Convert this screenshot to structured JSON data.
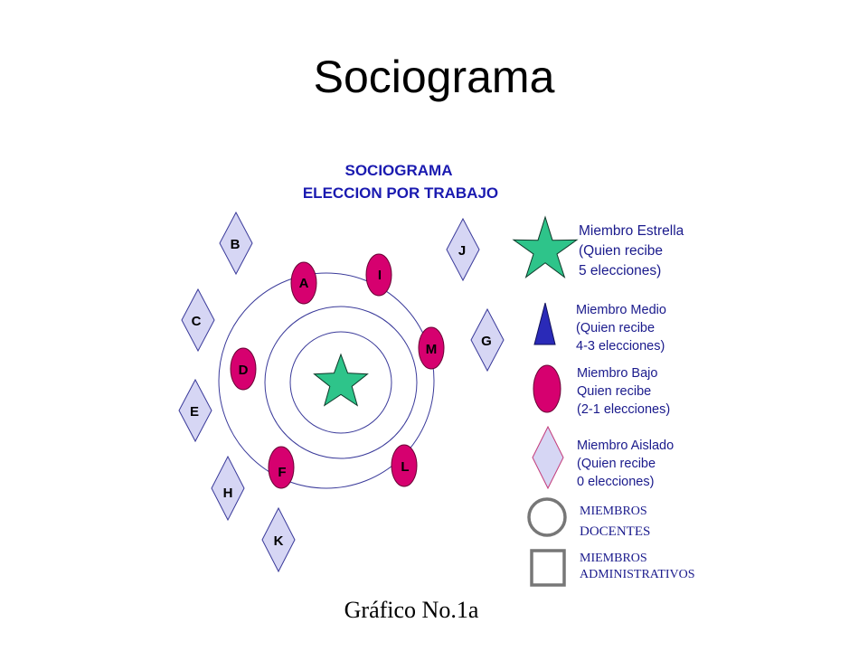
{
  "page": {
    "title": "Sociograma",
    "caption": "Gráfico No.1a"
  },
  "diagram": {
    "heading": {
      "line1": "SOCIOGRAMA",
      "line2": "ELECCION POR TRABAJO"
    },
    "colors": {
      "heading": "#1a1ab0",
      "ring": "#3a3a9a",
      "star": "#2ec48a",
      "medium": "#2a2ab8",
      "low": "#d6006f",
      "isolated_fill": "#d6d6f4",
      "isolated_stroke": "#3a3a9a",
      "legend_text": "#1a1a8c",
      "teacher_shape": "#777777"
    },
    "nodes": {
      "star": {
        "label": "",
        "icon": "star-icon"
      },
      "low": [
        {
          "id": "A",
          "label": "A"
        },
        {
          "id": "I",
          "label": "I"
        },
        {
          "id": "M",
          "label": "M"
        },
        {
          "id": "D",
          "label": "D"
        },
        {
          "id": "F",
          "label": "F"
        },
        {
          "id": "L",
          "label": "L"
        }
      ],
      "isolated": [
        {
          "id": "B",
          "label": "B"
        },
        {
          "id": "J",
          "label": "J"
        },
        {
          "id": "C",
          "label": "C"
        },
        {
          "id": "G",
          "label": "G"
        },
        {
          "id": "E",
          "label": "E"
        },
        {
          "id": "H",
          "label": "H"
        },
        {
          "id": "K",
          "label": "K"
        }
      ]
    },
    "legend": {
      "star": {
        "line1": "Miembro Estrella",
        "line2": "(Quien recibe",
        "line3": "5 elecciones)",
        "icon": "star-icon"
      },
      "medium": {
        "line1": "Miembro Medio",
        "line2": "(Quien recibe",
        "line3": "4-3 elecciones)",
        "icon": "triangle-icon"
      },
      "low": {
        "line1": "Miembro Bajo",
        "line2": "Quien recibe",
        "line3": "(2-1 elecciones)",
        "icon": "ellipse-icon"
      },
      "isolated": {
        "line1": "Miembro Aislado",
        "line2": "(Quien recibe",
        "line3": "0 elecciones)",
        "icon": "diamond-icon"
      },
      "teachers": {
        "line1": "MIEMBROS",
        "line2": "DOCENTES",
        "icon": "circle-icon"
      },
      "admin": {
        "line1": "MIEMBROS",
        "line2": "ADMINISTRATIVOS",
        "icon": "square-icon"
      }
    }
  }
}
